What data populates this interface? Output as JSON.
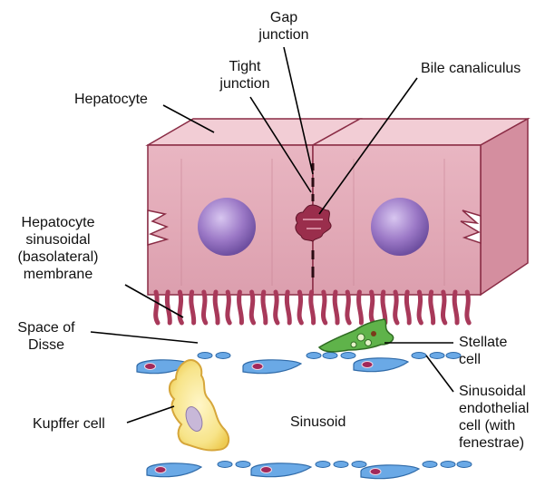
{
  "labels": {
    "gap_junction": [
      "Gap",
      "junction"
    ],
    "tight_junction": [
      "Tight",
      "junction"
    ],
    "bile_canaliculus": "Bile canaliculus",
    "hepatocyte": "Hepatocyte",
    "basolateral_membrane": [
      "Hepatocyte",
      "sinusoidal",
      "(basolateral)",
      "membrane"
    ],
    "space_of_disse": [
      "Space of",
      "Disse"
    ],
    "stellate_cell": [
      "Stellate",
      "cell"
    ],
    "sinusoidal_endothelial_cell": [
      "Sinusoidal",
      "endothelial",
      "cell (with",
      "fenestrae)"
    ],
    "kupffer_cell": "Kupffer cell",
    "sinusoid": "Sinusoid"
  },
  "colors": {
    "hepatocyte_front": "#e3aab7",
    "hepatocyte_top": "#f2cdd5",
    "hepatocyte_outline": "#8a2c45",
    "microvilli": "#a8395a",
    "nucleus": "#9b78c6",
    "bile_canaliculus": "#9a2e4c",
    "endothelial_cell": "#6aa9e6",
    "endothelial_nucleus": "#a1285a",
    "kupffer_cell": "#f5e27a",
    "stellate_cell": "#5fb34a",
    "leader_line": "#000000"
  }
}
